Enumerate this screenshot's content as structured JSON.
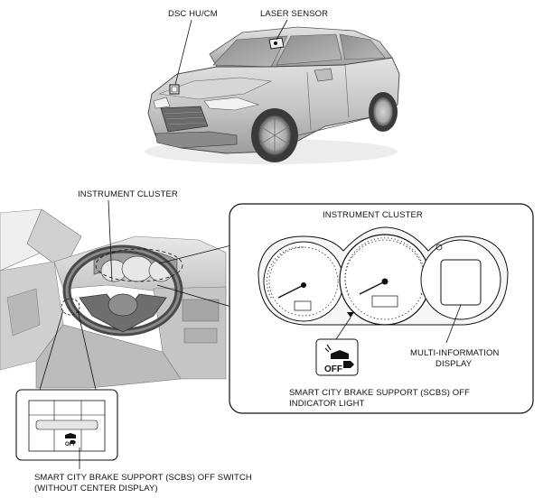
{
  "labels": {
    "dsc_hu_cm": "DSC HU/CM",
    "laser_sensor": "LASER SENSOR",
    "instrument_cluster_left": "INSTRUMENT CLUSTER",
    "instrument_cluster_panel": "INSTRUMENT CLUSTER",
    "multi_information_display": [
      "MULTI-INFORMATION",
      "DISPLAY"
    ],
    "scbs_off_indicator": [
      "SMART CITY BRAKE SUPPORT (SCBS) OFF",
      "INDICATOR LIGHT"
    ],
    "scbs_off_switch": [
      "SMART CITY BRAKE SUPPORT (SCBS) OFF SWITCH",
      "(WITHOUT CENTER DISPLAY)"
    ]
  },
  "indicator_glyph_text": "OFF",
  "colors": {
    "line": "#1a1a1a",
    "body_light": "#d8d8d8",
    "body_mid": "#b4b4b4",
    "body_dark": "#7a7a7a",
    "glass": "#9a9a9a",
    "background": "#ffffff"
  }
}
